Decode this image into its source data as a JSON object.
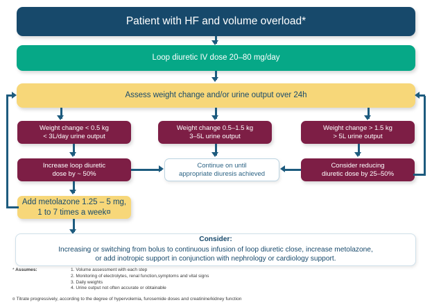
{
  "diagram": {
    "title": "Patient with HF and volume overload*",
    "nodes": {
      "header": "Patient with HF and volume overload*",
      "loop_diuretic": "Loop diuretic IV dose 20–80 mg/day",
      "assess": "Assess weight change and/or urine output over 24h",
      "branch_low": "Weight change < 0.5 kg\n< 3L/day urine output",
      "branch_mid": "Weight change 0.5–1.5 kg\n3–5L urine output",
      "branch_high": "Weight change > 1.5 kg\n> 5L urine output",
      "action_increase": "Increase loop diuretic\ndose by ~ 50%",
      "action_continue": "Continue on until\nappropriate diuresis achieved",
      "action_reduce": "Consider reducing\ndiuretic dose by 25–50%",
      "action_metolazone": "Add metolazone 1.25 – 5 mg,\n1 to 7 times a week¤"
    },
    "consider": {
      "title": "Consider:",
      "body": "Increasing or switching from bolus to continuous infusion of loop diuretic close, increase metolazone,\nor add inotropic support in conjunction with nephrology or cardiology support."
    },
    "footnotes": {
      "assumes_mark": "*",
      "assumes_label": "Assumes:",
      "assumes_items": [
        "1. Volume assessment with each step",
        "2. Monitoring of electrolytes, renal function,symptoms and vital signs",
        "3. Daily weights",
        "4. Urine output not often accurate or obtainable"
      ],
      "titrate_mark": "¤",
      "titrate_text": "Titrate progressively, according to the degree of hypervolemia, furosemide doses and creatinine/kidney function"
    },
    "colors": {
      "header_blue": "#17496b",
      "green": "#06a887",
      "yellow": "#f7d779",
      "maroon": "#7d1e45",
      "connector": "#1d5b7e",
      "white_box_border": "#bcd4e2",
      "white_box_text": "#2c6384"
    }
  }
}
